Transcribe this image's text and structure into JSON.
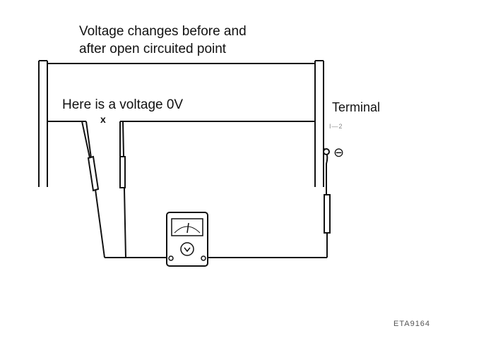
{
  "diagram": {
    "title_lines": [
      "Voltage changes before and",
      "after open circuited point"
    ],
    "open_point_note": "Here is a voltage 0V",
    "open_point_marker": "x",
    "terminal_label": "Terminal",
    "terminal_sublabel": "I—2",
    "terminal_polarity": "⊖",
    "figure_code": "ETA9164"
  }
}
